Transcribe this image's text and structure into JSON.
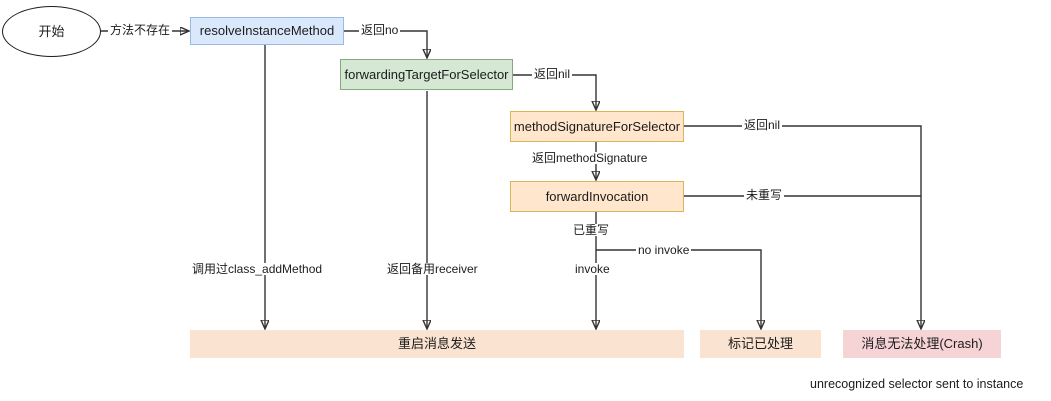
{
  "diagram": {
    "title": "Objective-C message forwarding flow",
    "colors": {
      "blue_fill": "#dae8fc",
      "blue_stroke": "#9ab9e0",
      "green_fill": "#d5e8d4",
      "green_stroke": "#84ab7d",
      "yellow_fill": "#ffe6cc",
      "yellow_stroke": "#d6b656",
      "orange_fill": "#fae3d0",
      "pink_fill": "#f6d3d5",
      "edge_stroke": "#333333",
      "text": "#1c1c1c"
    },
    "nodes": {
      "start": "开始",
      "resolve_instance_method": "resolveInstanceMethod",
      "forwarding_target_for_selector": "forwardingTargetForSelector",
      "method_signature_for_selector": "methodSignatureForSelector",
      "forward_invocation": "forwardInvocation",
      "restart_message_send": "重启消息发送",
      "mark_handled": "标记已处理",
      "crash": "消息无法处理(Crash)"
    },
    "edge_labels": {
      "method_not_exist": "方法不存在",
      "return_no": "返回no",
      "return_nil_1": "返回nil",
      "return_nil_2": "返回nil",
      "return_method_signature": "返回methodSignature",
      "not_overridden": "未重写",
      "called_class_add_method": "调用过class_addMethod",
      "return_backup_receiver": "返回备用receiver",
      "overridden": "已重写",
      "no_invoke": "no invoke",
      "invoke": "invoke"
    },
    "notes": {
      "crash_note": "unrecognized selector sent to instance"
    }
  }
}
